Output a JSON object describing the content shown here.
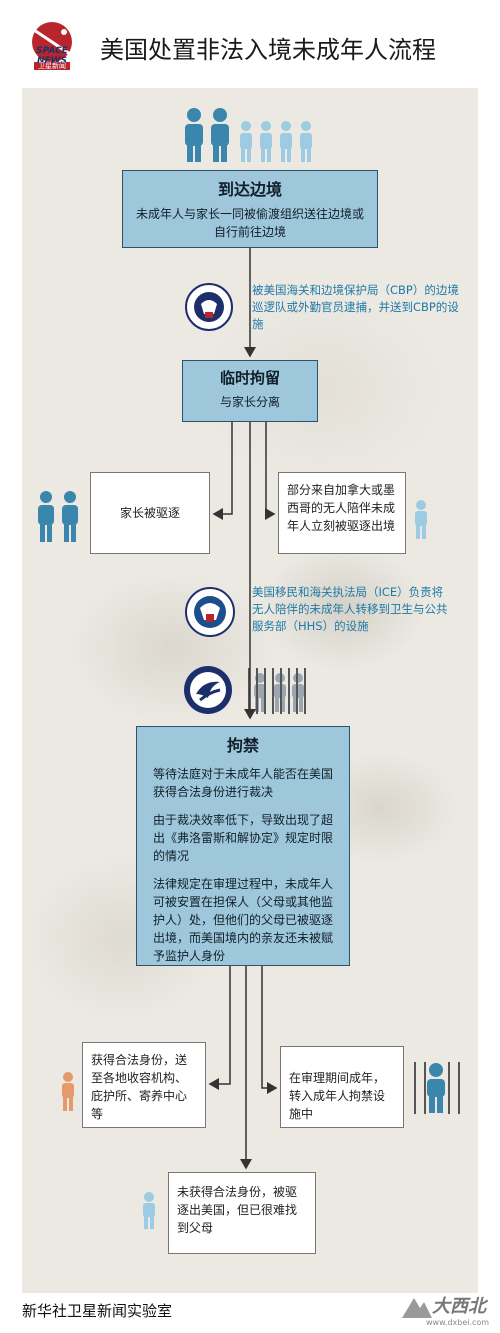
{
  "header": {
    "title": "美国处置非法入境未成年人流程",
    "logo_text": "SPACE NEWS",
    "logo_sub": "卫星新闻"
  },
  "step1": {
    "title": "到达边境",
    "text": "未成年人与家长一同被偷渡组织送往边境或自行前往边境"
  },
  "cbp_note": "被美国海关和边境保护局（CBP）的边境巡逻队或外勤官员逮捕，并送到CBP的设施",
  "step2": {
    "title": "临时拘留",
    "text": "与家长分离"
  },
  "branch_left": "家长被驱逐",
  "branch_right": "部分来自加拿大或墨西哥的无人陪伴未成年人立刻被驱逐出境",
  "ice_note": "美国移民和海关执法局（ICE）负责将无人陪伴的未成年人转移到卫生与公共服务部（HHS）的设施",
  "step3": {
    "title": "拘禁",
    "p1": "等待法庭对于未成年人能否在美国获得合法身份进行裁决",
    "p2": "由于裁决效率低下，导致出现了超出《弗洛雷斯和解协定》规定时限的情况",
    "p3": "法律规定在审理过程中，未成年人可被安置在担保人（父母或其他监护人）处，但他们的父母已被驱逐出境，而美国境内的亲友还未被赋予监护人身份"
  },
  "out_left": "获得合法身份，送至各地收容机构、庇护所、寄养中心等",
  "out_right": "在审理期间成年，转入成年人拘禁设施中",
  "out_bottom": "未获得合法身份，被驱逐出美国，但已很难找到父母",
  "footer": {
    "credit": "新华社卫星新闻实验室",
    "watermark": "大西北",
    "watermark_url": "www.dxbei.com"
  },
  "colors": {
    "box_blue": "#9fc7dc",
    "note_blue": "#1f79a6",
    "person_blue": "#3b86ad",
    "person_light": "#9ccbe3",
    "person_orange": "#e59a6c"
  }
}
